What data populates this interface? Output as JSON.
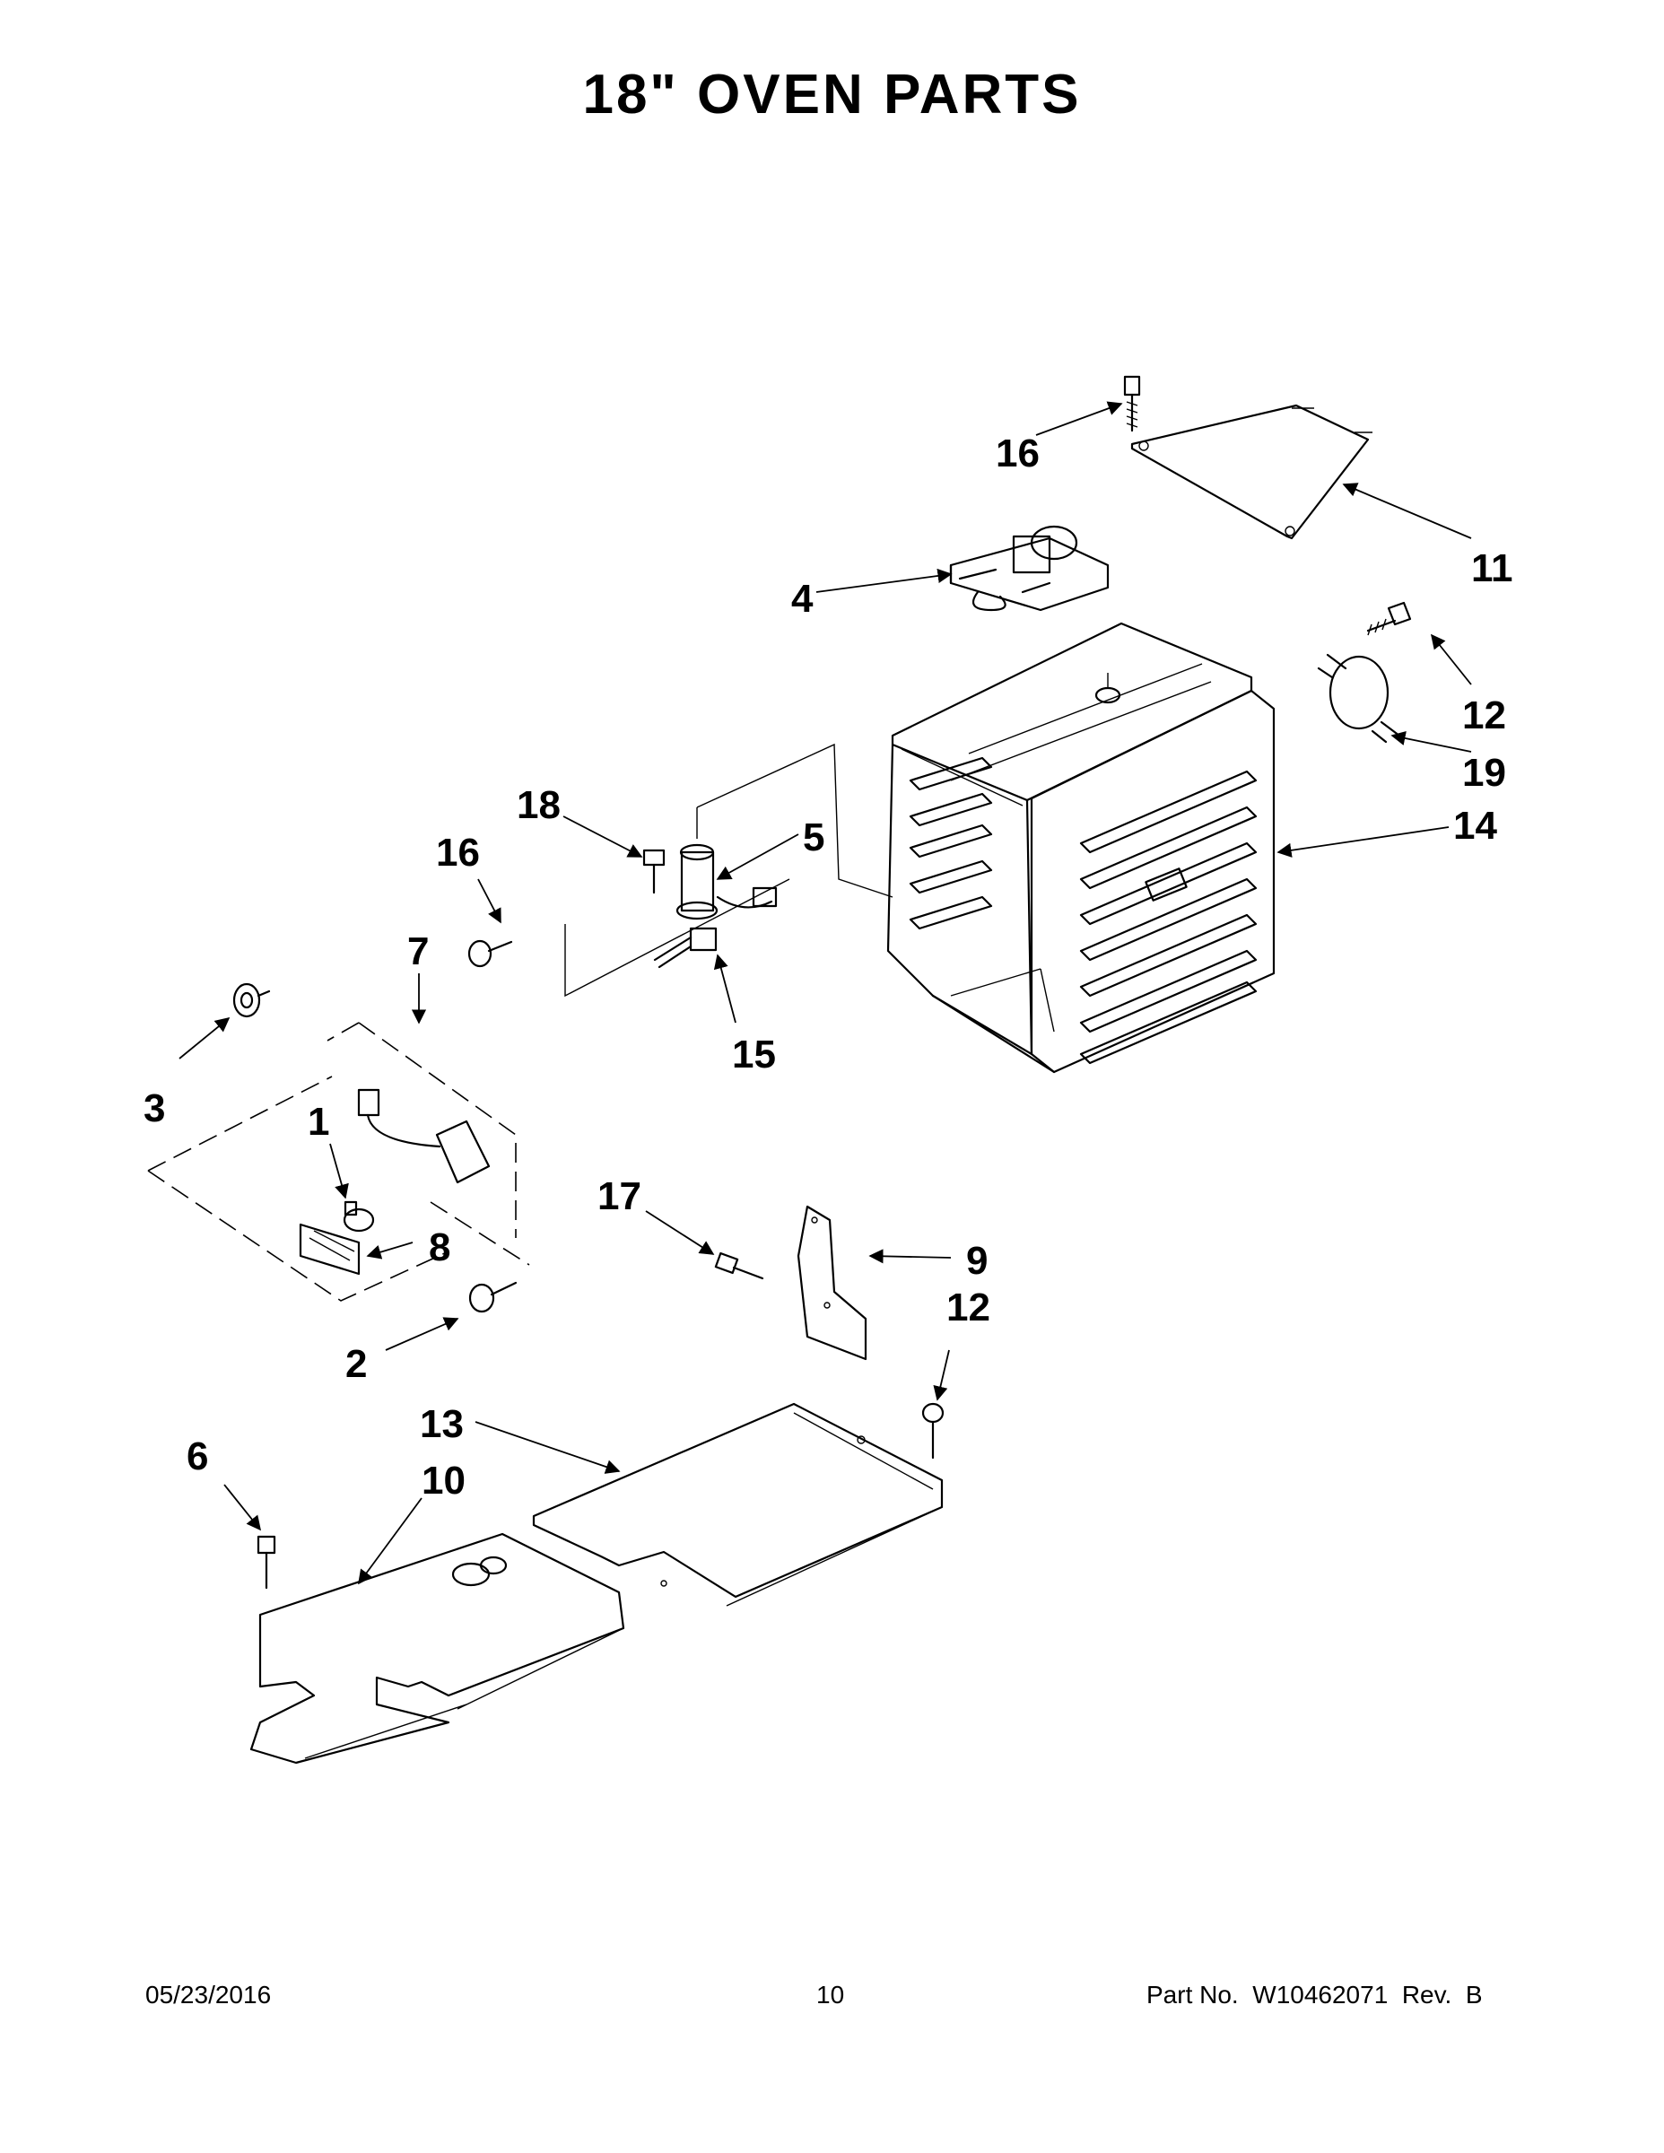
{
  "page": {
    "title": "18\" OVEN PARTS"
  },
  "callouts": {
    "c1": "1",
    "c2": "2",
    "c3": "3",
    "c4": "4",
    "c5": "5",
    "c6": "6",
    "c7": "7",
    "c8": "8",
    "c9": "9",
    "c10": "10",
    "c11": "11",
    "c12a": "12",
    "c12b": "12",
    "c13": "13",
    "c14": "14",
    "c15": "15",
    "c16a": "16",
    "c16b": "16",
    "c17": "17",
    "c18": "18",
    "c19": "19"
  },
  "footer": {
    "date": "05/23/2016",
    "page_number": "10",
    "part_number": "Part No.  W10462071  Rev.  B"
  }
}
